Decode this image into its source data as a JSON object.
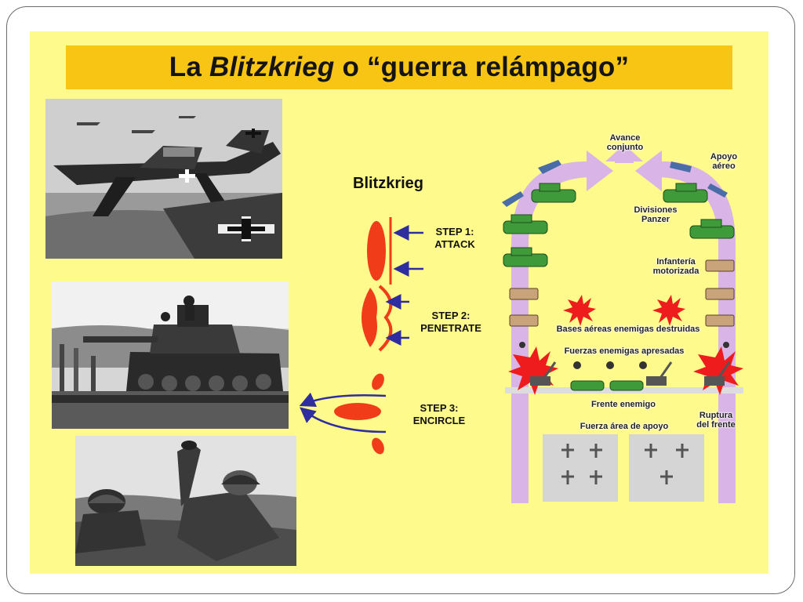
{
  "slide": {
    "title_prefix": "La ",
    "title_italic": "Blitzkrieg",
    "title_suffix": " o “guerra relámpago”",
    "colors": {
      "background": "#fffa8c",
      "title_bar": "#f9c514",
      "red": "#f03c18",
      "arrow_blue": "#2e2ea0",
      "arch": "#d9b4e6"
    }
  },
  "steps": {
    "title": "Blitzkrieg",
    "items": [
      {
        "line1": "STEP 1:",
        "line2": "ATTACK"
      },
      {
        "line1": "STEP 2:",
        "line2": "PENETRATE"
      },
      {
        "line1": "STEP 3:",
        "line2": "ENCIRCLE"
      }
    ]
  },
  "flow": {
    "avance": [
      "Avance",
      "conjunto"
    ],
    "apoyo": [
      "Apoyo",
      "aéreo"
    ],
    "divisiones": [
      "Divisiones",
      "Panzer"
    ],
    "infanteria": [
      "Infantería",
      "motorizada"
    ],
    "bases": "Bases aéreas enemigas destruidas",
    "fuerzas": "Fuerzas enemigas apresadas",
    "frente": "Frente enemigo",
    "ruptura": [
      "Ruptura",
      "del frente"
    ],
    "fuerza_aerea": "Fuerza área de apoyo"
  }
}
